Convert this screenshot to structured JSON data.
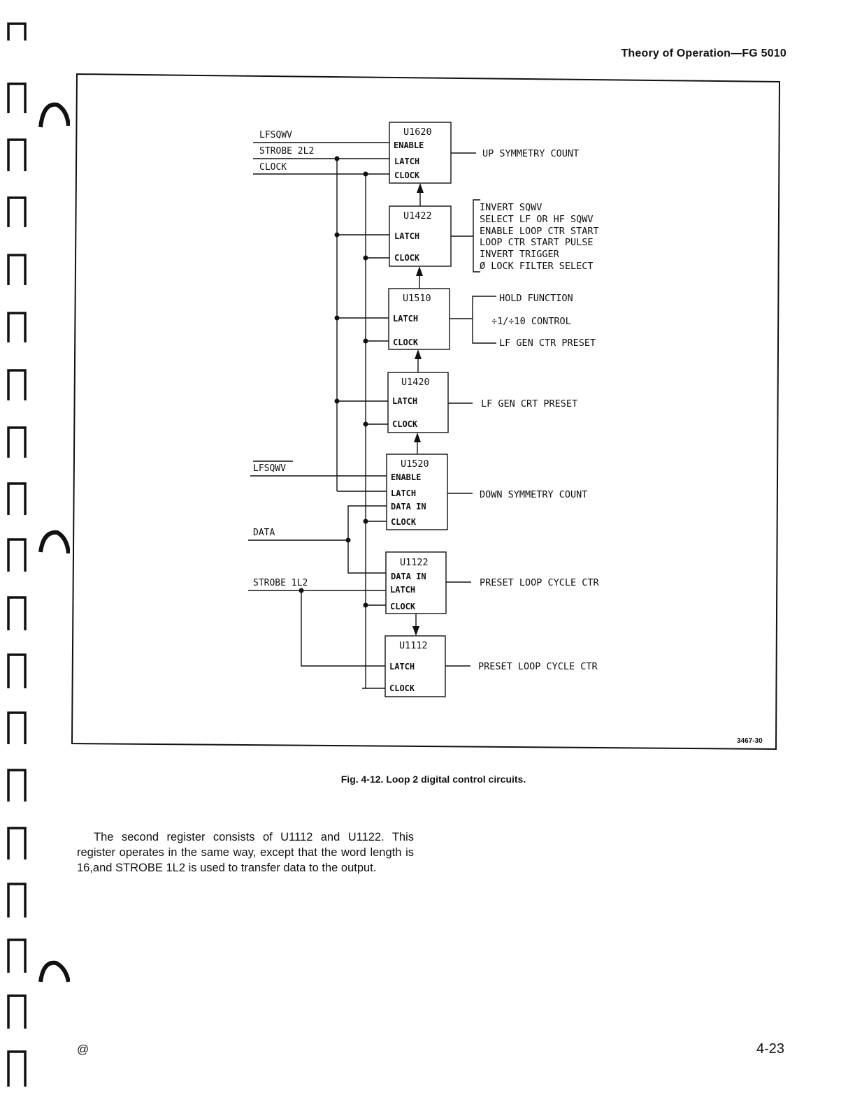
{
  "header": {
    "title": "Theory of Operation—FG 5010"
  },
  "figure": {
    "id": "3467-30",
    "inputs": {
      "lfsqwv_top": "LFSQWV",
      "strobe_2l2": "STROBE 2L2",
      "clock": "CLOCK",
      "lfsqwv_bottom": "LFSQWV",
      "data": "DATA",
      "strobe_1l2": "STROBE 1L2"
    },
    "chips": [
      {
        "name": "U1620",
        "pins": [
          "ENABLE",
          "LATCH",
          "CLOCK"
        ],
        "outputs": [
          "UP SYMMETRY COUNT"
        ]
      },
      {
        "name": "U1422",
        "pins": [
          "LATCH",
          "CLOCK"
        ],
        "outputs": [
          "INVERT SQWV",
          "SELECT LF OR HF SQWV",
          "ENABLE LOOP CTR START",
          "LOOP CTR START PULSE",
          "INVERT TRIGGER",
          "Ø LOCK FILTER SELECT"
        ]
      },
      {
        "name": "U1510",
        "pins": [
          "LATCH",
          "CLOCK"
        ],
        "outputs": [
          "HOLD FUNCTION",
          "÷1/÷10 CONTROL",
          "LF GEN CTR PRESET"
        ]
      },
      {
        "name": "U1420",
        "pins": [
          "LATCH",
          "CLOCK"
        ],
        "outputs": [
          "LF GEN CRT PRESET"
        ]
      },
      {
        "name": "U1520",
        "pins": [
          "ENABLE",
          "LATCH",
          "DATA IN",
          "CLOCK"
        ],
        "outputs": [
          "DOWN SYMMETRY COUNT"
        ]
      },
      {
        "name": "U1122",
        "pins": [
          "DATA IN",
          "LATCH",
          "CLOCK"
        ],
        "outputs": [
          "PRESET LOOP CYCLE CTR"
        ]
      },
      {
        "name": "U1112",
        "pins": [
          "LATCH",
          "CLOCK"
        ],
        "outputs": [
          "PRESET LOOP CYCLE CTR"
        ]
      }
    ]
  },
  "caption": "Fig. 4-12. Loop 2 digital control circuits.",
  "body": {
    "paragraph": "The second register consists of U1112 and U1122. This register operates in the same way, except that the word length is 16,and STROBE 1L2 is used to transfer data to the output."
  },
  "footer": {
    "symbol": "@",
    "page": "4-23"
  }
}
